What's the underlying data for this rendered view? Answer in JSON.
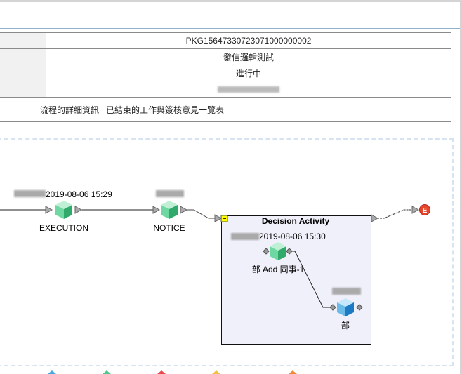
{
  "info_table": {
    "package_id": "PKG15647330723071000000002",
    "process_name": "發信邏輯測試",
    "status": "進行中",
    "link_detail": "流程的詳細資訊",
    "link_finished": "已結束的工作與簽核意見一覽表"
  },
  "diagram": {
    "nodes": [
      {
        "label": "EXECUTION",
        "time": "2019-08-06 15:29"
      },
      {
        "label": "NOTICE"
      },
      {
        "label": "部 Add 同事-1",
        "time": "2019-08-06 15:30"
      },
      {
        "label": "部"
      }
    ],
    "decision_title": "Decision Activity",
    "end_icon_letter": "E",
    "colors": {
      "green_cube": "#4cc88a",
      "blue_cube": "#4aa8e0",
      "decision_bg": "#f0f0fb",
      "end": "#e8462a",
      "collapse": "#ffff00"
    }
  }
}
